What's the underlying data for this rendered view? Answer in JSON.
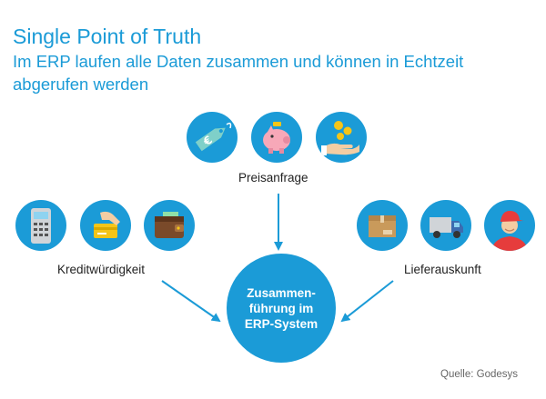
{
  "header": {
    "title": "Single Point of Truth",
    "subtitle": "Im ERP laufen alle Daten zusammen und können in Echtzeit abgerufen werden"
  },
  "groups": {
    "preisanfrage": {
      "label": "Preisanfrage",
      "icons": [
        "price-tag-euro-icon",
        "piggy-bank-icon",
        "hand-coins-icon"
      ]
    },
    "kreditwuerdigkeit": {
      "label": "Kreditwürdigkeit",
      "icons": [
        "card-terminal-icon",
        "hand-card-icon",
        "wallet-icon"
      ]
    },
    "lieferauskunft": {
      "label": "Lieferauskunft",
      "icons": [
        "package-box-icon",
        "delivery-truck-icon",
        "delivery-person-icon"
      ]
    }
  },
  "center": {
    "label": "Zusammen-\nführung im\nERP-System"
  },
  "source": "Quelle: Godesys",
  "colors": {
    "accent": "#1b9bd7",
    "text": "#222222",
    "muted": "#666666"
  }
}
